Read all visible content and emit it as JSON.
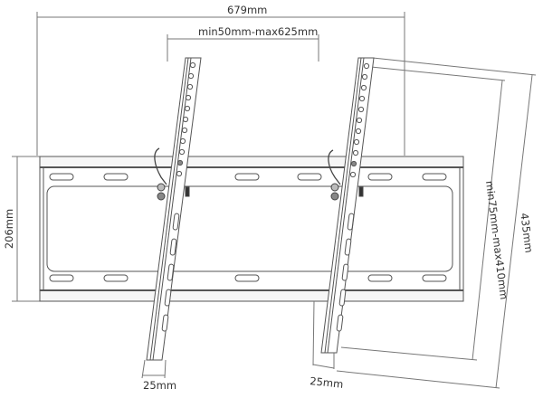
{
  "diagram": {
    "subject": "Tilting TV wall mount bracket",
    "colors": {
      "line": "#555555",
      "dim_line": "#777777",
      "text": "#333333",
      "background": "#ffffff"
    },
    "dimensions": {
      "overall_width": "679mm",
      "vesa_horizontal": "min50mm-max625mm",
      "plate_height": "206mm",
      "vesa_vertical": "min75mm-max410mm",
      "arm_length": "435mm",
      "arm_width_left": "25mm",
      "arm_width_right": "25mm"
    },
    "components": {
      "wall_plate": "wall-plate",
      "left_arm": "left-tilt-arm",
      "right_arm": "right-tilt-arm",
      "safety_lock_left": "left-safety-lock",
      "safety_lock_right": "right-safety-lock"
    }
  }
}
